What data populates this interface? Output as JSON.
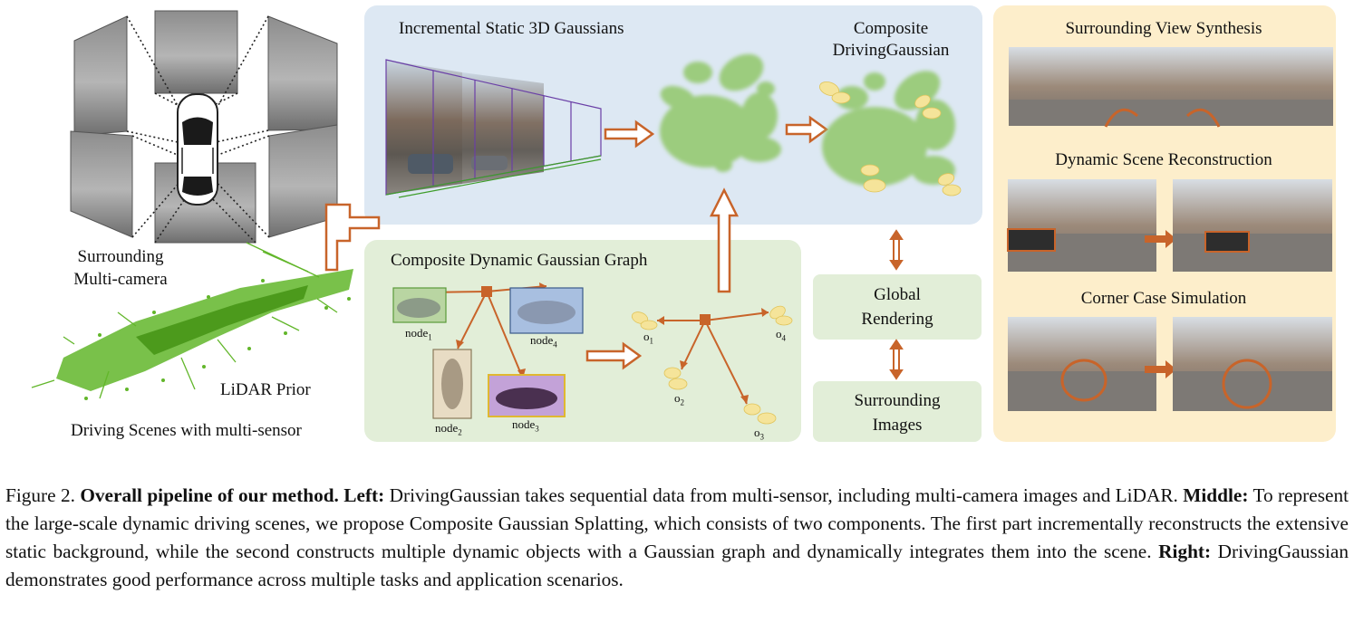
{
  "colors": {
    "static_panel": "#dde8f3",
    "dynamic_panel": "#e2eed8",
    "render_box": "#e2eed8",
    "right_panel": "#fdeecb",
    "arrow": "#c8642a",
    "gaussian_green": "#9ccc7e",
    "gaussian_yellow": "#f5e49a",
    "lidar": "#62b62a"
  },
  "left": {
    "camera_label_line1": "Surrounding",
    "camera_label_line2": "Multi-camera",
    "lidar_label": "LiDAR Prior",
    "section_label": "Driving Scenes with multi-sensor"
  },
  "static": {
    "title": "Incremental Static 3D Gaussians",
    "composite_line1": "Composite",
    "composite_line2": "DrivingGaussian"
  },
  "dynamic": {
    "title": "Composite Dynamic Gaussian Graph",
    "nodes": [
      {
        "base": "node",
        "sub": "1"
      },
      {
        "base": "node",
        "sub": "2"
      },
      {
        "base": "node",
        "sub": "3"
      },
      {
        "base": "node",
        "sub": "4"
      }
    ],
    "objects": [
      {
        "base": "o",
        "sub": "1"
      },
      {
        "base": "o",
        "sub": "2"
      },
      {
        "base": "o",
        "sub": "3"
      },
      {
        "base": "o",
        "sub": "4"
      }
    ]
  },
  "render": {
    "global_line1": "Global",
    "global_line2": "Rendering",
    "images_line1": "Surrounding",
    "images_line2": "Images"
  },
  "right": {
    "task1": "Surrounding View Synthesis",
    "task2": "Dynamic Scene Reconstruction",
    "task3": "Corner Case Simulation"
  },
  "caption": {
    "fig_label": "Figure 2.",
    "title": "Overall pipeline of our method.",
    "left_label": "Left:",
    "left_text": "DrivingGaussian takes sequential data from multi-sensor, including multi-camera images and LiDAR.",
    "middle_label": "Middle:",
    "middle_text": "To represent the large-scale dynamic driving scenes, we propose Composite Gaussian Splatting, which consists of two components. The first part incrementally reconstructs the extensive static background, while the second constructs multiple dynamic objects with a Gaussian graph and dynamically integrates them into the scene.",
    "right_label": "Right:",
    "right_text": "DrivingGaussian demonstrates good performance across multiple tasks and application scenarios."
  }
}
